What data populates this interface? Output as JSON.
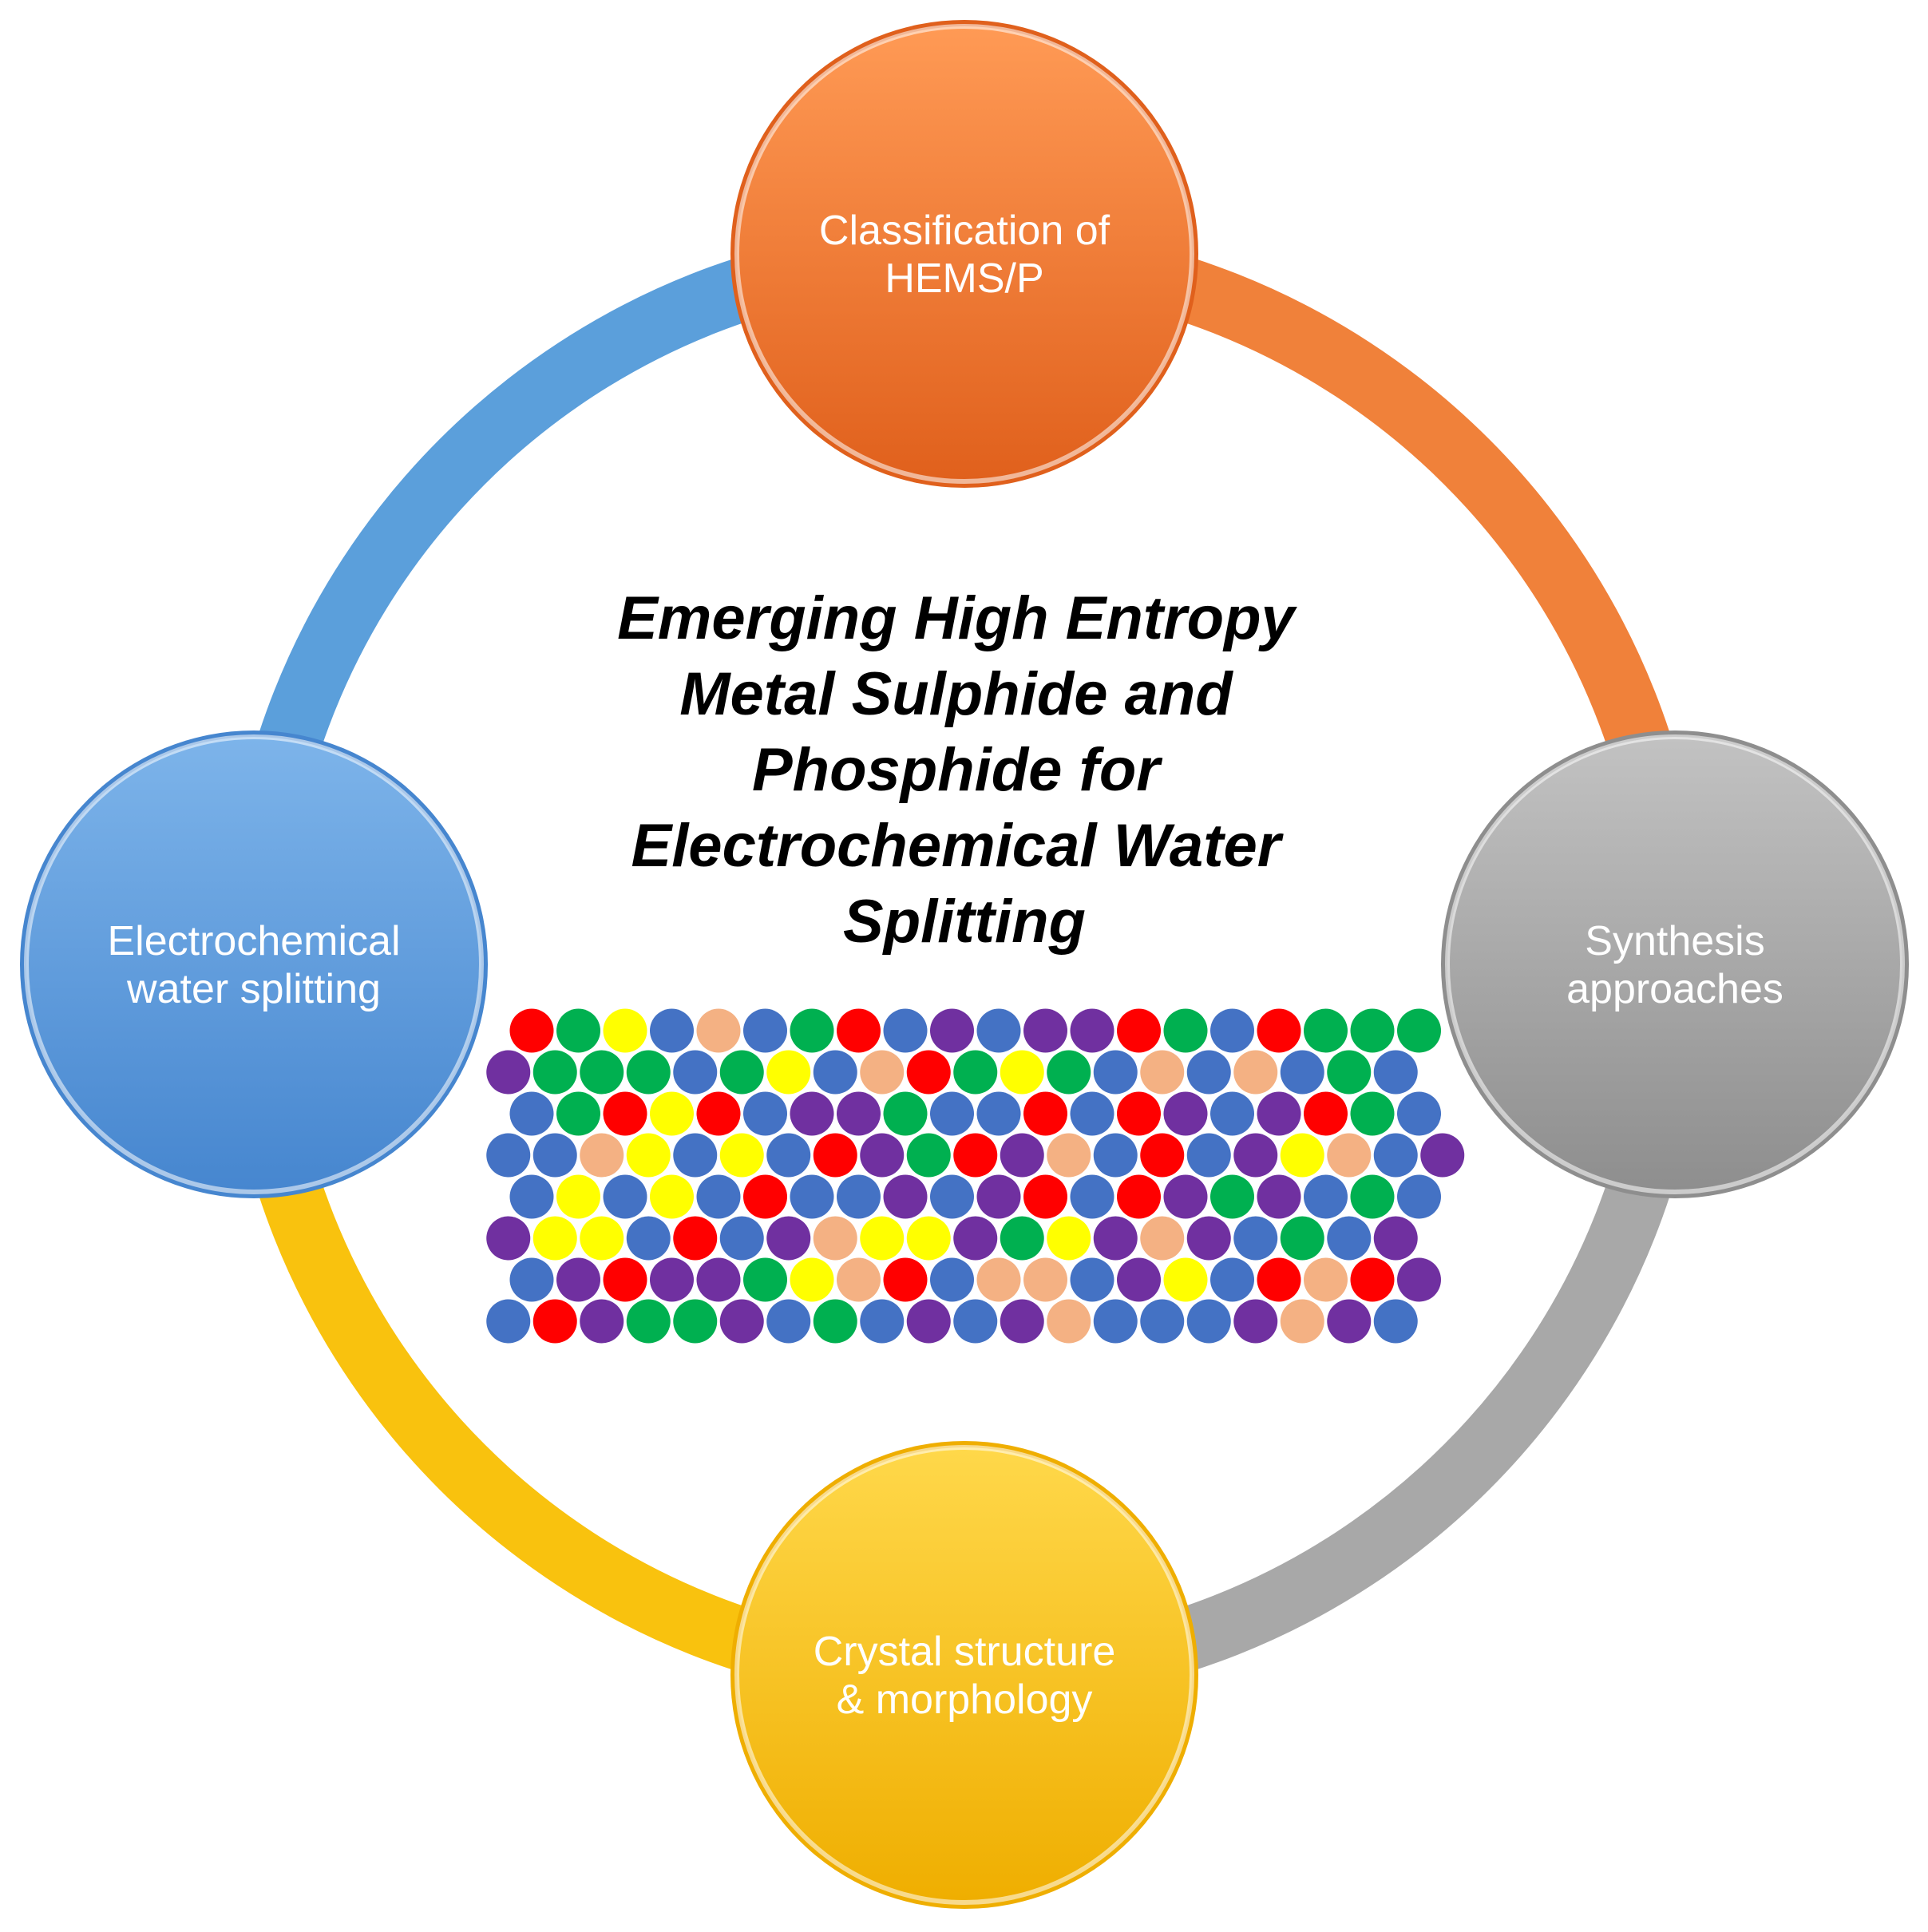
{
  "title_lines": [
    "Emerging High Entropy",
    "Metal Sulphide and",
    "Phosphide for",
    "Electrochemical Water",
    "Splitting"
  ],
  "nodes": [
    {
      "id": "classification",
      "lines": [
        "Classification of",
        "HEMS/P"
      ],
      "color": "#F0772E",
      "color_light": "#FF9A55",
      "color_dark": "#E0601C"
    },
    {
      "id": "synthesis",
      "lines": [
        "Synthesis",
        "approaches"
      ],
      "color": "#A5A5A5",
      "color_light": "#C2C2C2",
      "color_dark": "#8E8E8E"
    },
    {
      "id": "crystal",
      "lines": [
        "Crystal structure",
        "& morphology"
      ],
      "color": "#F8C012",
      "color_light": "#FFD84A",
      "color_dark": "#EFAE00"
    },
    {
      "id": "electrochemical",
      "lines": [
        "Electrochemical",
        "water splitting"
      ],
      "color": "#5B9BDB",
      "color_light": "#7DB4EA",
      "color_dark": "#4686CF"
    }
  ],
  "ring_segments": [
    {
      "from": "classification",
      "to": "synthesis",
      "color": "#F0813A"
    },
    {
      "from": "synthesis",
      "to": "crystal",
      "color": "#A8A8A8"
    },
    {
      "from": "crystal",
      "to": "electrochemical",
      "color": "#F9C20E"
    },
    {
      "from": "electrochemical",
      "to": "classification",
      "color": "#5B9FDB"
    }
  ],
  "atom_palette": {
    "R": "#FF0000",
    "G": "#00B050",
    "Y": "#FFFF00",
    "B": "#4472C4",
    "P": "#7030A0",
    "O": "#F4B183"
  },
  "atom_rows": [
    "RGYBOBGRBPBPPRGBRGGG",
    "PGGGBGYBORGYGBOBOBGB",
    "BGRYRBPPGBBRBRPBPRGB",
    "BBOYBYBRPGRPOBRBPYOBP",
    "BYBYBRBBPBPRBRPGPBGB",
    "PYYBRBPOYYPGYPOPBGBP",
    "BPRPPGYORBOOBPYBRORP",
    "BRPGGPBGBPBPOBBBPOPB"
  ]
}
